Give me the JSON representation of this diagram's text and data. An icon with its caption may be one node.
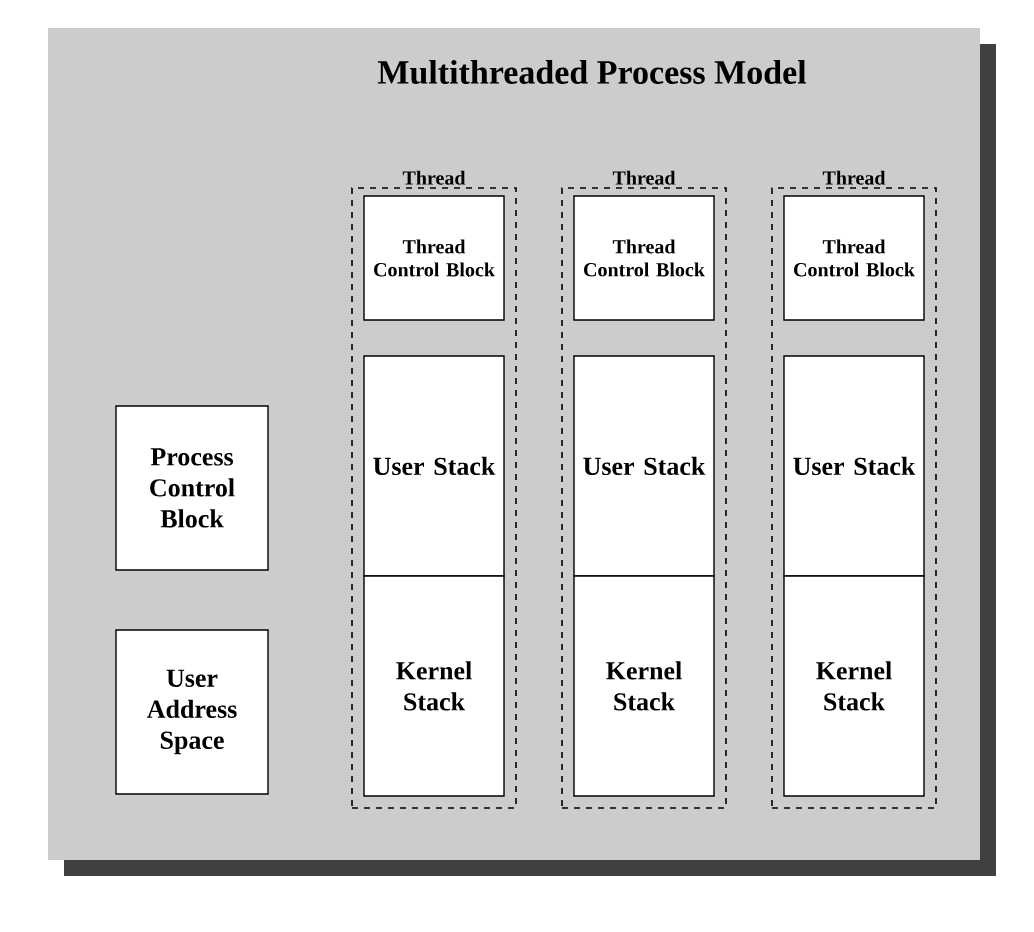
{
  "diagram": {
    "title": "Multithreaded Process Model",
    "nodes": [
      {
        "text": [
          "Thread"
        ]
      },
      {
        "text": [
          "Thread Control Block"
        ],
        "in": 0
      },
      {
        "text": [
          "User Stack"
        ],
        "in": 0
      },
      {
        "text": [
          "Kernel Stack"
        ],
        "in": 0
      },
      {
        "text": [
          "Thread"
        ]
      },
      {
        "text": [
          "Thread Control Block"
        ],
        "in": 4
      },
      {
        "text": [
          "User Stack"
        ],
        "in": 4
      },
      {
        "text": [
          "Kernel Stack"
        ],
        "in": 4
      },
      {
        "text": [
          "Thread"
        ]
      },
      {
        "text": [
          "Thread Control Block"
        ],
        "in": 8
      },
      {
        "text": [
          "User Stack"
        ],
        "in": 8
      },
      {
        "text": [
          "Kernel Stack"
        ],
        "in": 8
      },
      {
        "text": [
          "Process Control Block"
        ]
      },
      {
        "text": [
          "User Address Space"
        ]
      }
    ]
  }
}
